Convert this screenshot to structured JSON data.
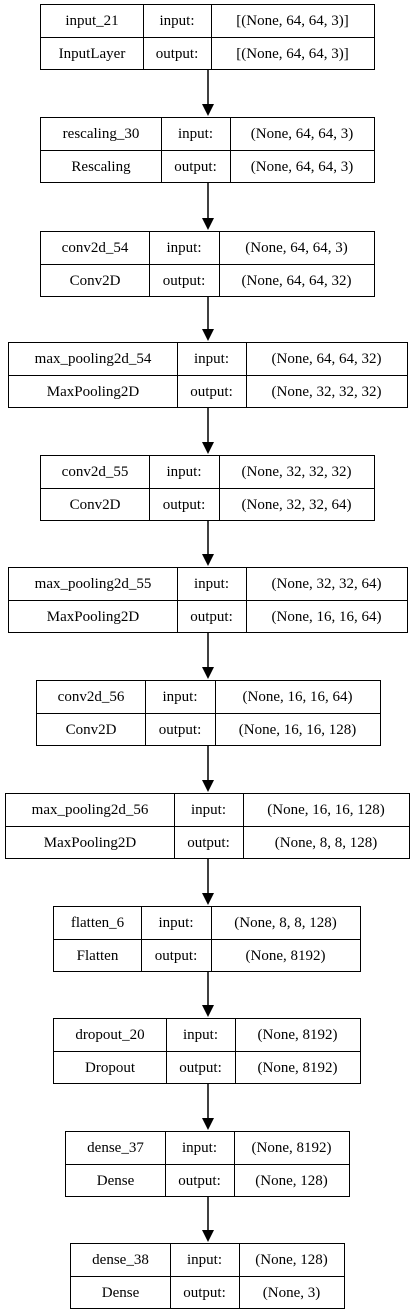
{
  "diagram": {
    "input_label": "input:",
    "output_label": "output:",
    "layers": [
      {
        "name": "input_21",
        "type": "InputLayer",
        "input": "[(None, 64, 64, 3)]",
        "output": "[(None, 64, 64, 3)]"
      },
      {
        "name": "rescaling_30",
        "type": "Rescaling",
        "input": "(None, 64, 64, 3)",
        "output": "(None, 64, 64, 3)"
      },
      {
        "name": "conv2d_54",
        "type": "Conv2D",
        "input": "(None, 64, 64, 3)",
        "output": "(None, 64, 64, 32)"
      },
      {
        "name": "max_pooling2d_54",
        "type": "MaxPooling2D",
        "input": "(None, 64, 64, 32)",
        "output": "(None, 32, 32, 32)"
      },
      {
        "name": "conv2d_55",
        "type": "Conv2D",
        "input": "(None, 32, 32, 32)",
        "output": "(None, 32, 32, 64)"
      },
      {
        "name": "max_pooling2d_55",
        "type": "MaxPooling2D",
        "input": "(None, 32, 32, 64)",
        "output": "(None, 16, 16, 64)"
      },
      {
        "name": "conv2d_56",
        "type": "Conv2D",
        "input": "(None, 16, 16, 64)",
        "output": "(None, 16, 16, 128)"
      },
      {
        "name": "max_pooling2d_56",
        "type": "MaxPooling2D",
        "input": "(None, 16, 16, 128)",
        "output": "(None, 8, 8, 128)"
      },
      {
        "name": "flatten_6",
        "type": "Flatten",
        "input": "(None, 8, 8, 128)",
        "output": "(None, 8192)"
      },
      {
        "name": "dropout_20",
        "type": "Dropout",
        "input": "(None, 8192)",
        "output": "(None, 8192)"
      },
      {
        "name": "dense_37",
        "type": "Dense",
        "input": "(None, 8192)",
        "output": "(None, 128)"
      },
      {
        "name": "dense_38",
        "type": "Dense",
        "input": "(None, 128)",
        "output": "(None, 3)"
      }
    ]
  }
}
